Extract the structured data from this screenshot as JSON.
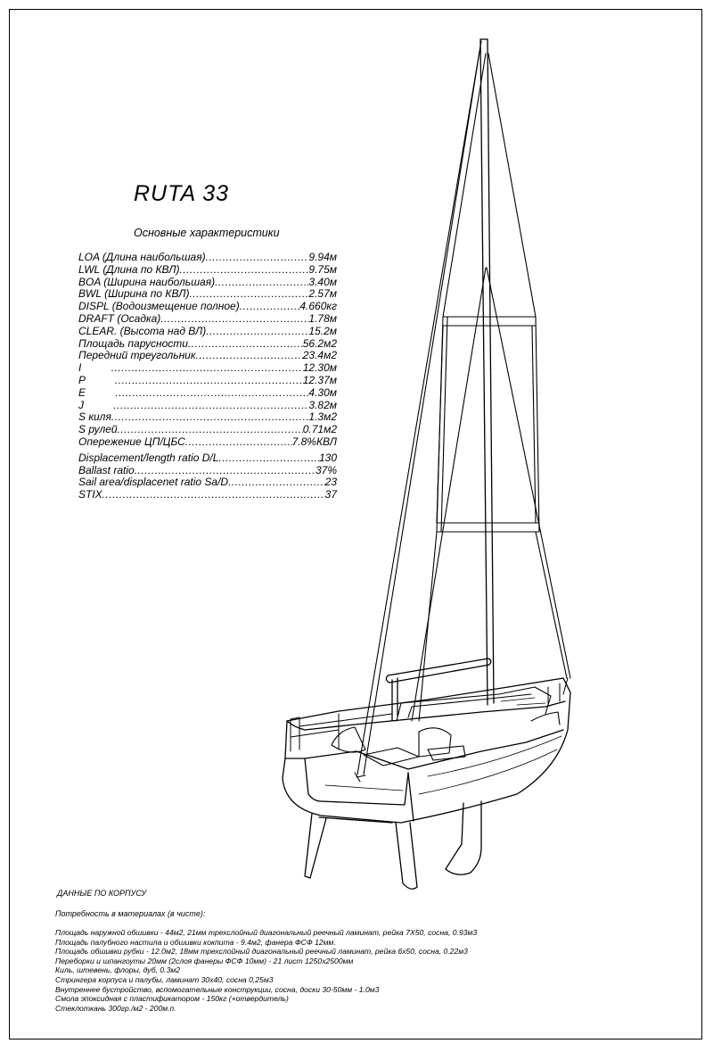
{
  "title": "RUTA 33",
  "subtitle": "Основные характеристики",
  "specs": [
    {
      "label": "LOA  (Длина наибольшая)",
      "value": "9.94м"
    },
    {
      "label": "LWL  (Длина по КВЛ)",
      "value": " 9.75м"
    },
    {
      "label": "BOA  (Ширина наибольшая)",
      "value": "3.40м"
    },
    {
      "label": "BWL  (Ширина по КВЛ)",
      "value": "2.57м"
    },
    {
      "label": "DISPL (Водоизмещение полное)",
      "value": "4.660кг"
    },
    {
      "label": "DRAFT (Осадка)",
      "value": "1.78м"
    },
    {
      "label": "CLEAR. (Высота над ВЛ)",
      "value": "15.2м"
    },
    {
      "label": "Площадь парусности ",
      "value": "56.2м2"
    },
    {
      "label": "Передний треугольник ",
      "value": "23.4м2"
    },
    {
      "label": "I          ",
      "value": "12.30м"
    },
    {
      "label": "P          ",
      "value": "12.37м"
    },
    {
      "label": "E          ",
      "value": "4.30м"
    },
    {
      "label": "J          ",
      "value": "3.82м"
    },
    {
      "label": "S киля",
      "value": "1.3м2"
    },
    {
      "label": "S рулей",
      "value": "0.71м2"
    },
    {
      "label": "Опережение ЦП/ЦБС",
      "value": "7.8%КВЛ"
    },
    {
      "label": "Displacement/length ratio  D/L",
      "value": "130"
    },
    {
      "label": "Ballast ratio",
      "value": "37%"
    },
    {
      "label": "Sail area/displacenet ratio Sa/D",
      "value": "23"
    },
    {
      "label": "STIX ",
      "value": "37"
    }
  ],
  "hull": {
    "title": "ДАННЫЕ ПО КОРПУСУ",
    "subtitle": "Потребность в материалах (в чисте):",
    "lines": [
      "Площадь наружной обшивки - 44м2, 21мм трехслойный диагональный реечный ламинат, рейка 7Х50, сосна, 0.93м3",
      "Площадь палубного настила и обшивки кокпита - 9.4м2, фанера ФСФ 12мм.",
      "Площадь обшивки рубки - 12.0м2,  18мм трехслойный диагональный реечный ламинат, рейка 6х50, сосна, 0.22м3",
      "Переборки и шпангоуты 20мм (2слоя фанеры ФСФ 10мм) - 21 лист 1250х2500мм",
      "Киль, штевень, флоры, дуб, 0.3м2",
      "Стрингера корпуса и палубы, ламинат 30х40, сосна 0,25м3",
      "Внутреннее бустройство, вспомогательные конструкции, сосна, доски 30-50мм - 1.0м3",
      "Смола эпоксидная с пластификатором - 150кг (+отвердитель)",
      "Стеклоткань 300гр./м2 - 200м.п."
    ]
  }
}
